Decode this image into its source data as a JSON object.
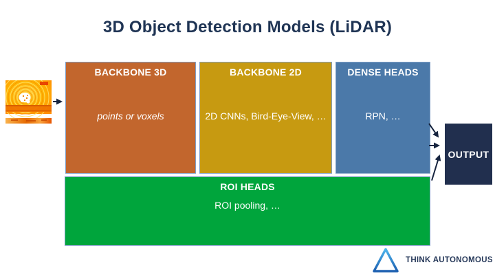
{
  "header": {
    "title": "3D Object Detection Models (LiDAR)"
  },
  "colors": {
    "title_text": "#1F3454",
    "backbone3d_fill": "#C2662D",
    "backbone2d_fill": "#C79A11",
    "dense_heads_fill": "#4B79A9",
    "roi_heads_fill": "#00A53C",
    "output_fill": "#212F4E",
    "block_border": "#7E9EC6",
    "arrow_stroke": "#16243F",
    "brand_triangle_light": "#4FB6EE",
    "brand_triangle_dark": "#1C5FB0"
  },
  "pipeline": {
    "input_icon": "lidar-bev-point-cloud",
    "blocks": [
      {
        "title": "BACKBONE 3D",
        "body": "points or voxels"
      },
      {
        "title": "BACKBONE 2D",
        "body": "2D CNNs, Bird-Eye-View, …"
      },
      {
        "title": "DENSE HEADS",
        "body": "RPN, …"
      },
      {
        "title": "ROI HEADS",
        "body": "ROI pooling, …"
      }
    ],
    "output_label": "OUTPUT"
  },
  "footer": {
    "brand": "THINK AUTONOMOUS"
  }
}
